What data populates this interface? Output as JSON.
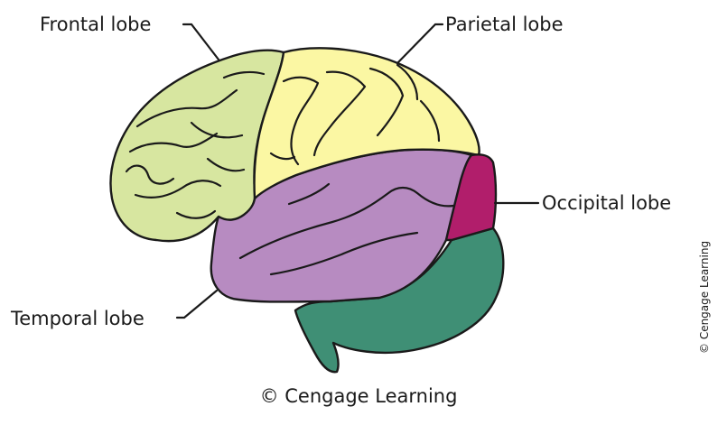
{
  "labels": {
    "frontal": "Frontal lobe",
    "parietal": "Parietal lobe",
    "occipital": "Occipital lobe",
    "temporal": "Temporal lobe"
  },
  "side_credit": "© Cengage Learning",
  "caption": "© Cengage Learning",
  "colors": {
    "frontal": "#d7e6a0",
    "parietal": "#fbf7a3",
    "temporal": "#b78bc1",
    "occipital": "#b11e6b",
    "cerebellum": "#3f8f75"
  }
}
